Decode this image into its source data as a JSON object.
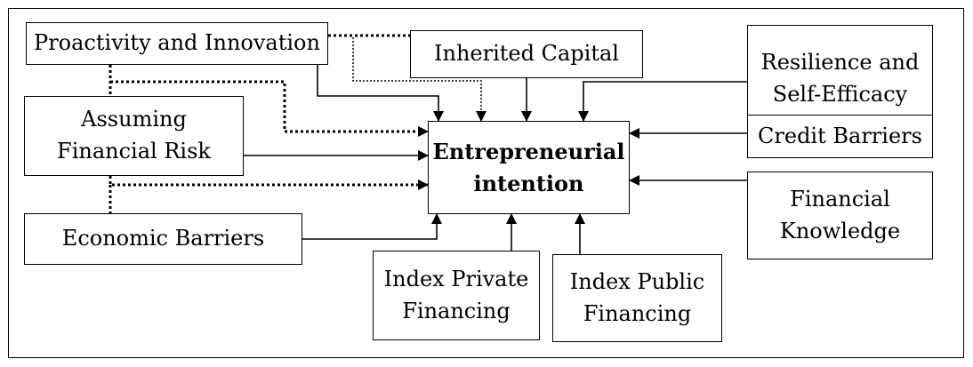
{
  "diagram": {
    "nodes": {
      "proactivity": {
        "label": "Proactivity and Innovation"
      },
      "inherited_capital": {
        "label": "Inherited Capital"
      },
      "resilience": {
        "lines": [
          "Resilience and",
          "Self-Efficacy"
        ]
      },
      "financial_risk": {
        "lines": [
          "Assuming",
          "Financial Risk"
        ]
      },
      "entrepreneurial_intention": {
        "lines": [
          "Entrepreneurial",
          "intention"
        ]
      },
      "credit_barriers": {
        "label": "Credit Barriers"
      },
      "financial_knowledge": {
        "lines": [
          "Financial",
          "Knowledge"
        ]
      },
      "economic_barriers": {
        "label": "Economic Barriers"
      },
      "private_financing": {
        "lines": [
          "Index Private",
          "Financing"
        ]
      },
      "public_financing": {
        "lines": [
          "Index Public",
          "Financing"
        ]
      }
    },
    "colors": {
      "line": "#000000",
      "box_fill": "#ffffff"
    }
  }
}
